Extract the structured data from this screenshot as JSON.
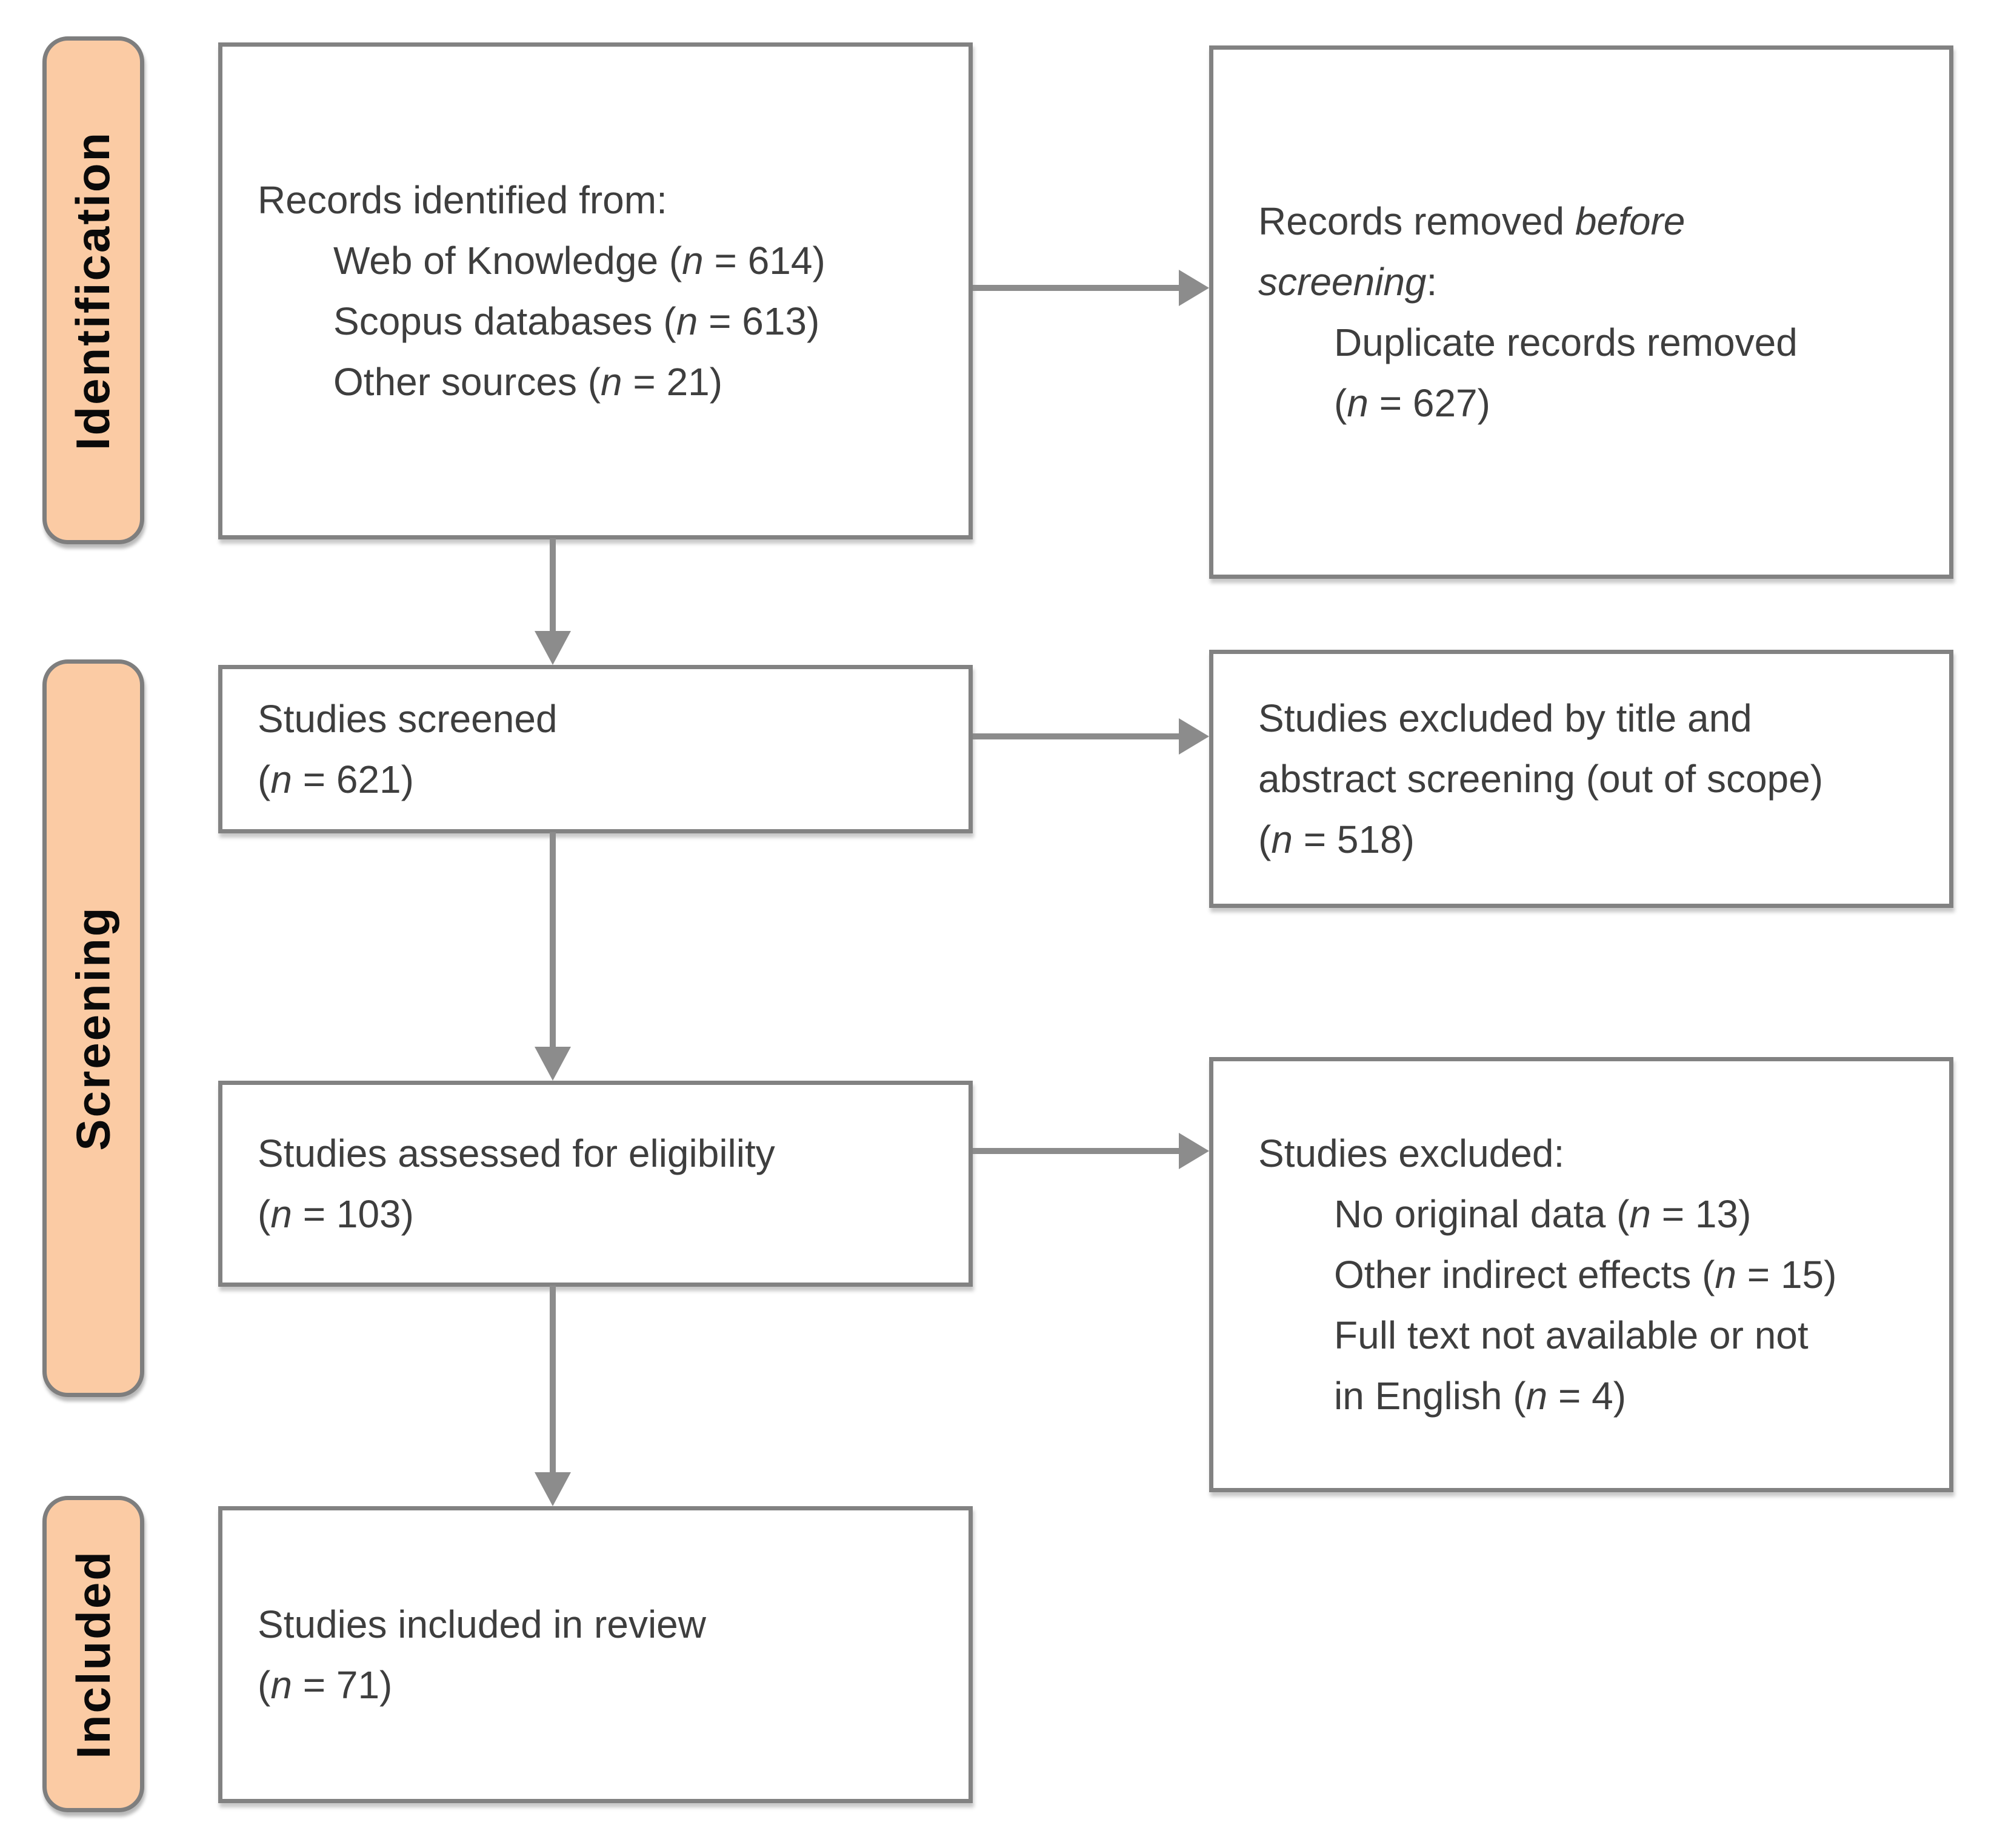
{
  "colors": {
    "stage_fill": "#FBCBA4",
    "stage_border": "#7E7E7E",
    "box_border": "#828282",
    "arrow": "#8C8C8C",
    "text": "#3E3E3E",
    "label": "#0A0A0A"
  },
  "stages": {
    "identification": {
      "label": "Identification"
    },
    "screening": {
      "label": "Screening"
    },
    "included": {
      "label": "Included"
    }
  },
  "boxes": {
    "records_identified": {
      "lines": [
        {
          "indent": 0,
          "segments": [
            {
              "text": "Records identified from:"
            }
          ]
        },
        {
          "indent": 1,
          "segments": [
            {
              "text": "Web of Knowledge ("
            },
            {
              "text": "n",
              "italic": true
            },
            {
              "text": " = 614)"
            }
          ]
        },
        {
          "indent": 1,
          "segments": [
            {
              "text": "Scopus databases ("
            },
            {
              "text": "n",
              "italic": true
            },
            {
              "text": " = 613)"
            }
          ]
        },
        {
          "indent": 1,
          "segments": [
            {
              "text": "Other sources ("
            },
            {
              "text": "n",
              "italic": true
            },
            {
              "text": " = 21)"
            }
          ]
        }
      ]
    },
    "records_removed": {
      "lines": [
        {
          "indent": 0,
          "segments": [
            {
              "text": "Records removed "
            },
            {
              "text": "before",
              "italic": true
            }
          ]
        },
        {
          "indent": 0,
          "segments": [
            {
              "text": "screening",
              "italic": true
            },
            {
              "text": ":"
            }
          ]
        },
        {
          "indent": 1,
          "segments": [
            {
              "text": "Duplicate records removed"
            }
          ]
        },
        {
          "indent": 1,
          "segments": [
            {
              "text": "("
            },
            {
              "text": "n",
              "italic": true
            },
            {
              "text": " = 627)"
            }
          ]
        }
      ]
    },
    "studies_screened": {
      "lines": [
        {
          "indent": 0,
          "segments": [
            {
              "text": "Studies screened"
            }
          ]
        },
        {
          "indent": 0,
          "segments": [
            {
              "text": "("
            },
            {
              "text": "n",
              "italic": true
            },
            {
              "text": " = 621)"
            }
          ]
        }
      ]
    },
    "excluded_title_abstract": {
      "lines": [
        {
          "indent": 0,
          "segments": [
            {
              "text": "Studies excluded by title and"
            }
          ]
        },
        {
          "indent": 0,
          "segments": [
            {
              "text": "abstract screening (out of scope)"
            }
          ]
        },
        {
          "indent": 0,
          "segments": [
            {
              "text": "("
            },
            {
              "text": "n",
              "italic": true
            },
            {
              "text": " = 518)"
            }
          ]
        }
      ]
    },
    "studies_assessed": {
      "lines": [
        {
          "indent": 0,
          "segments": [
            {
              "text": "Studies assessed for eligibility"
            }
          ]
        },
        {
          "indent": 0,
          "segments": [
            {
              "text": "("
            },
            {
              "text": "n",
              "italic": true
            },
            {
              "text": " = 103)"
            }
          ]
        }
      ]
    },
    "studies_excluded": {
      "lines": [
        {
          "indent": 0,
          "segments": [
            {
              "text": "Studies excluded:"
            }
          ]
        },
        {
          "indent": 1,
          "segments": [
            {
              "text": "No original data ("
            },
            {
              "text": "n",
              "italic": true
            },
            {
              "text": " = 13)"
            }
          ]
        },
        {
          "indent": 1,
          "segments": [
            {
              "text": "Other indirect effects ("
            },
            {
              "text": "n",
              "italic": true
            },
            {
              "text": " = 15)"
            }
          ]
        },
        {
          "indent": 1,
          "segments": [
            {
              "text": "Full text not available or not"
            }
          ]
        },
        {
          "indent": 1,
          "segments": [
            {
              "text": "in English ("
            },
            {
              "text": "n",
              "italic": true
            },
            {
              "text": " = 4)"
            }
          ]
        }
      ]
    },
    "studies_included": {
      "lines": [
        {
          "indent": 0,
          "segments": [
            {
              "text": "Studies included in review"
            }
          ]
        },
        {
          "indent": 0,
          "segments": [
            {
              "text": "("
            },
            {
              "text": "n",
              "italic": true
            },
            {
              "text": " = 71)"
            }
          ]
        }
      ]
    }
  }
}
